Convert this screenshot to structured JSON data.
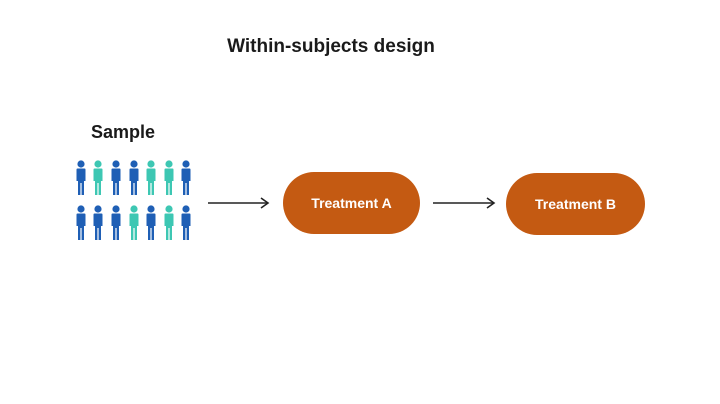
{
  "title": "Within-subjects design",
  "sample": {
    "label": "Sample",
    "rows": [
      [
        "blue",
        "teal",
        "blue",
        "blue",
        "teal",
        "teal",
        "blue"
      ],
      [
        "blue",
        "blue",
        "blue",
        "teal",
        "blue",
        "teal",
        "blue"
      ]
    ]
  },
  "steps": [
    {
      "label": "Treatment A"
    },
    {
      "label": "Treatment B"
    }
  ],
  "colors": {
    "blue": "#1f5fb5",
    "teal": "#3dc7b3",
    "treatment": "#c45a12",
    "arrow": "#222222",
    "text": "#1a1a1a"
  }
}
